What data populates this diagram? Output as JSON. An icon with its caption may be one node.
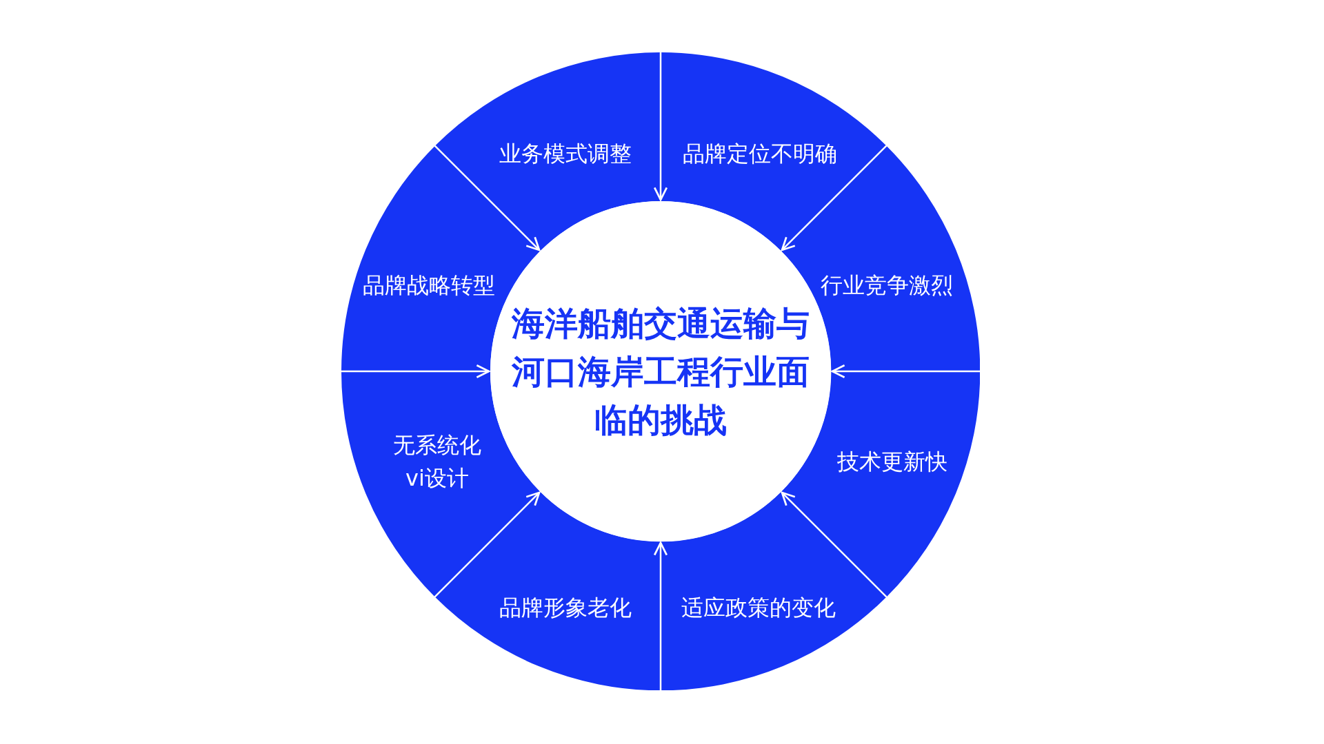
{
  "diagram": {
    "nodes": [
      {
        "text": [
          "业务模式调整"
        ]
      },
      {
        "text": [
          "品牌定位不明确"
        ]
      },
      {
        "text": [
          "行业竞争激烈"
        ]
      },
      {
        "text": [
          "技术更新快"
        ]
      },
      {
        "text": [
          "适应政策的变化"
        ]
      },
      {
        "text": [
          "品牌形象老化"
        ]
      },
      {
        "text": [
          "无系统化 vi设计"
        ]
      },
      {
        "text": [
          "品牌战略转型"
        ]
      },
      {
        "text": [
          "海洋船舶交通运输与河口海岸工程行业面临的挑战"
        ]
      }
    ],
    "edges": [
      {
        "from": 1,
        "to": 8,
        "arrow": "to"
      },
      {
        "from": 1,
        "to": 8,
        "arrow": "to"
      },
      {
        "from": 2,
        "to": 8,
        "arrow": "to"
      },
      {
        "from": 3,
        "to": 8,
        "arrow": "to"
      },
      {
        "from": 4,
        "to": 8,
        "arrow": "to"
      },
      {
        "from": 5,
        "to": 8,
        "arrow": "to"
      },
      {
        "from": 6,
        "to": 8,
        "arrow": "to"
      },
      {
        "from": 0,
        "to": 8,
        "arrow": "to"
      }
    ]
  }
}
